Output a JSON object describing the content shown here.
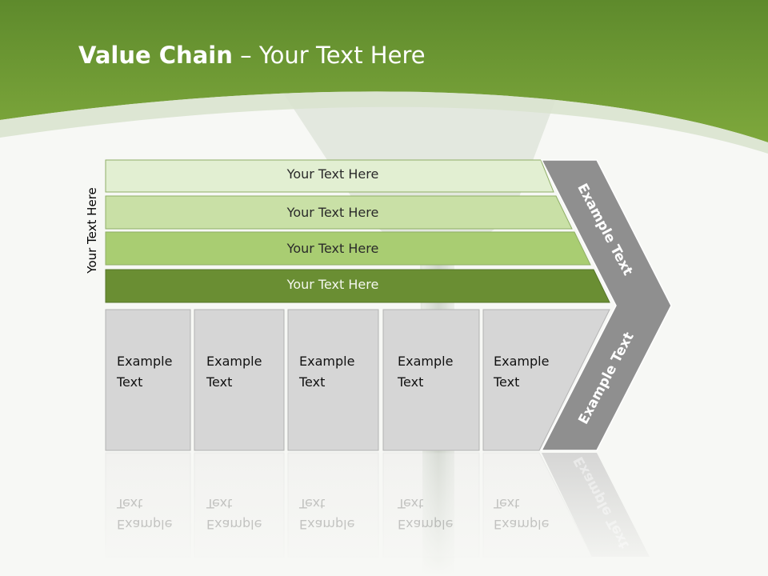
{
  "slide": {
    "title_bold": "Value Chain",
    "title_dash": " – ",
    "title_rest": "Your Text Here",
    "side_label": "Your Text Here"
  },
  "bars": [
    {
      "label": "Your Text Here"
    },
    {
      "label": "Your Text Here"
    },
    {
      "label": "Your Text Here"
    },
    {
      "label": "Your Text Here"
    }
  ],
  "cells": [
    {
      "line1": "Example",
      "line2": "Text"
    },
    {
      "line1": "Example",
      "line2": "Text"
    },
    {
      "line1": "Example",
      "line2": "Text"
    },
    {
      "line1": "Example",
      "line2": "Text"
    },
    {
      "line1": "Example",
      "line2": "Text"
    }
  ],
  "chevron": {
    "upper_text": "Example Text",
    "lower_text": "Example Text"
  },
  "colors": {
    "header_green": "#6f9a37",
    "bar1": "#e2efd2",
    "bar2": "#c9e0a6",
    "bar3": "#a9cd72",
    "bar4": "#6a8e33",
    "cell_gray": "#d6d6d6",
    "chevron_gray": "#8f8f8f"
  }
}
